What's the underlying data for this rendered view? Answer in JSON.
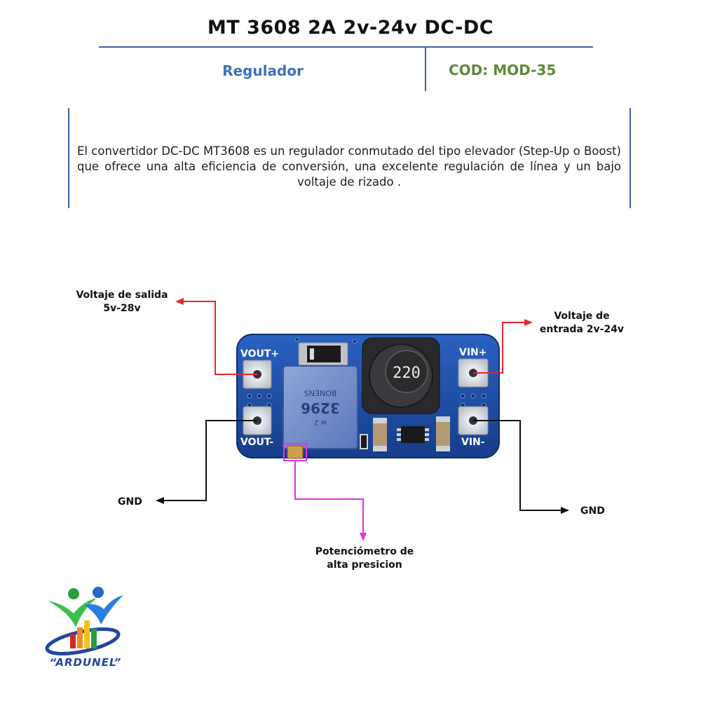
{
  "header": {
    "title": "MT 3608 2A 2v-24v DC-DC",
    "category": "Regulador",
    "code": "COD: MOD-35"
  },
  "description": "El convertidor DC-DC MT3608 es un regulador conmutado del tipo elevador (Step-Up o Boost) que ofrece una alta eficiencia de conversión, una excelente regulación de línea y un bajo voltaje de rizado .",
  "board": {
    "pads": {
      "vout_plus": "VOUT+",
      "vout_minus": "VOUT-",
      "vin_plus": "VIN+",
      "vin_minus": "VIN-"
    },
    "inductor_marking": "220",
    "trimpot_marking": "3296",
    "trimpot_brand": "BONENS",
    "trimpot_value": "w 2"
  },
  "callouts": {
    "vout": "Voltaje de salida 5v-28v",
    "vin": "Voltaje de entrada 2v-24v",
    "gnd_left": "GND",
    "gnd_right": "GND",
    "potentiometer": "Potenciómetro de alta presicion"
  },
  "logo": {
    "text": "“ARDUNEL”"
  },
  "colors": {
    "accent_blue": "#3a5fa8",
    "category_blue": "#3d72b8",
    "code_green": "#5e8a3a",
    "vout_arrow": "#e8262a",
    "pot_arrow": "#e62ee6",
    "gnd_arrow": "#111111",
    "pcb_blue": "#1f4fa8"
  }
}
